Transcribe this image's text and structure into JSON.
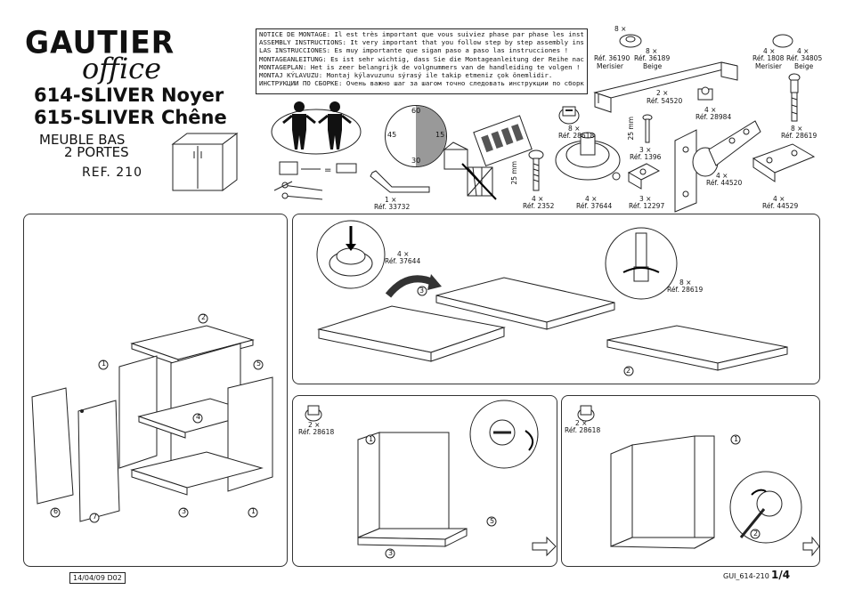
{
  "brand": {
    "name": "GAUTIER",
    "sub": "office"
  },
  "models": [
    "614-SLIVER Noyer",
    "615-SLIVER Chêne"
  ],
  "description": {
    "line1": "MEUBLE BAS",
    "line2": "2 PORTES"
  },
  "reference": "REF. 210",
  "notice_lines": [
    "NOTICE DE MONTAGE: Il est très important que vous suiviez phase par phase les instructions de montage !",
    "ASSEMBLY INSTRUCTIONS: It very important that you follow step by step assembly instructions !",
    "LAS INSTRUCCIONES: Es muy importante que sigan paso a paso las instrucciones !",
    "MONTAGEANLEITUNG: Es ist sehr wichtig, dass Sie die Montageanleitung der Reihe nach verfolgen !",
    "MONTAGEPLAN: Het is zeer belangrijk de volgnummers van de handleiding te volgen !",
    "MONTAJ KÝLAVUZU: Montaj kýlavuzunu sýrasý ile takip etmeniz çok önemlidir.",
    "ИНСТРУКЦИИ ПО СБОРКЕ: Очень важно шаг за шагом точно следовать инструкции по сборке!"
  ],
  "clock": {
    "n60": "60",
    "n15": "15",
    "n30": "30",
    "n45": "45"
  },
  "tool_allen": {
    "qty": "1 ×",
    "ref": "Réf. 33732"
  },
  "parts": {
    "p36190": {
      "qty": "8 ×",
      "ref": "Réf. 36190",
      "note": "Merisier"
    },
    "p36189": {
      "qty": "8 ×",
      "ref": "Réf. 36189",
      "note": "Beige"
    },
    "p1808": {
      "qty": "4 ×",
      "ref": "Réf. 1808",
      "note": "Merisier"
    },
    "p34805": {
      "qty": "4 ×",
      "ref": "Réf. 34805",
      "note": "Beige"
    },
    "p54520": {
      "qty": "2 ×",
      "ref": "Réf. 54520"
    },
    "p28984": {
      "qty": "4 ×",
      "ref": "Réf. 28984"
    },
    "p28618": {
      "qty": "8 ×",
      "ref": "Réf. 28618"
    },
    "p28619": {
      "qty": "8 ×",
      "ref": "Réf. 28619"
    },
    "p1396": {
      "qty": "3 ×",
      "ref": "Réf. 1396"
    },
    "p2352": {
      "qty": "4 ×",
      "ref": "Réf. 2352"
    },
    "p37644": {
      "qty": "4 ×",
      "ref": "Réf. 37644"
    },
    "p12297": {
      "qty": "3 ×",
      "ref": "Réf. 12297"
    },
    "p44520": {
      "qty": "4 ×",
      "ref": "Réf. 44520"
    },
    "p44529": {
      "qty": "4 ×",
      "ref": "Réf. 44529"
    }
  },
  "dims": {
    "d25a": "25 mm",
    "d25b": "25 mm"
  },
  "step1": {
    "qty": "4 ×",
    "ref": "Réf. 37644",
    "qty2": "8 ×",
    "ref2": "Réf. 28619",
    "n3": "3",
    "n2": "2"
  },
  "exploded": {
    "n1": "1",
    "n2": "2",
    "n3": "3",
    "n4": "4",
    "n5": "5",
    "n6": "6",
    "n7": "7",
    "n1b": "1"
  },
  "step2": {
    "qty": "2 ×",
    "ref": "Réf. 28618",
    "n1": "1",
    "n5": "5",
    "n3": "3"
  },
  "step3": {
    "qty": "2 ×",
    "ref": "Réf. 28618",
    "n1": "1",
    "n2": "2"
  },
  "footer": {
    "date": "14/04/09 D02",
    "code": "GUI_614-210",
    "page": "1/4"
  }
}
